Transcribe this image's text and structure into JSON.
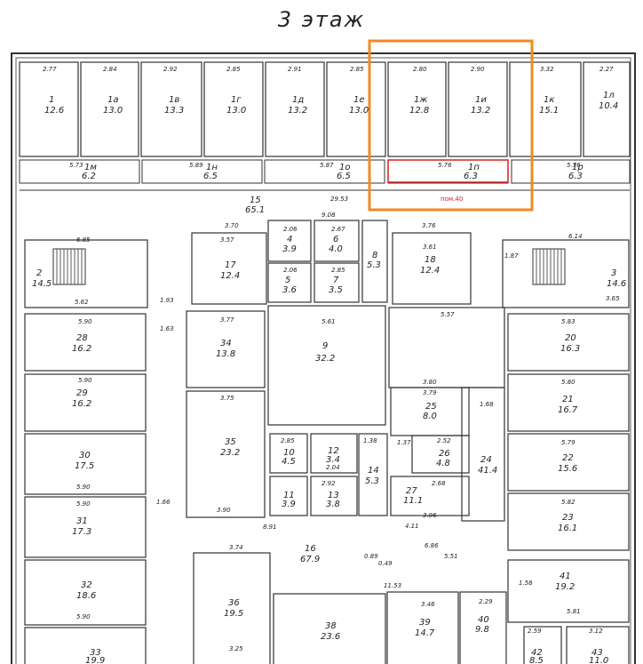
{
  "floor_title": "3 этаж",
  "selection": {
    "label": "пом.40",
    "highlight_color": "#f08a24",
    "marker_color": "#d62020"
  },
  "rooms": [
    {
      "id": "1",
      "num": "1",
      "area": "12.6"
    },
    {
      "id": "1a",
      "num": "1а",
      "area": "13.0"
    },
    {
      "id": "1b",
      "num": "1в",
      "area": "13.3"
    },
    {
      "id": "1g",
      "num": "1г",
      "area": "13.0"
    },
    {
      "id": "1d",
      "num": "1д",
      "area": "13.2"
    },
    {
      "id": "1e",
      "num": "1е",
      "area": "13.0"
    },
    {
      "id": "1zh",
      "num": "1ж",
      "area": "12.8"
    },
    {
      "id": "1i",
      "num": "1и",
      "area": "13.2"
    },
    {
      "id": "1k",
      "num": "1к",
      "area": "15.1"
    },
    {
      "id": "1l",
      "num": "1л",
      "area": "10.4"
    },
    {
      "id": "1m",
      "num": "1м",
      "area": "6.2"
    },
    {
      "id": "1n",
      "num": "1н",
      "area": "6.5"
    },
    {
      "id": "1o",
      "num": "1о",
      "area": "6.5"
    },
    {
      "id": "1p",
      "num": "1п",
      "area": "6.3"
    },
    {
      "id": "1r",
      "num": "1р",
      "area": "6.3"
    },
    {
      "id": "2",
      "num": "2",
      "area": "14.5"
    },
    {
      "id": "3",
      "num": "3",
      "area": "14.6"
    },
    {
      "id": "4",
      "num": "4",
      "area": "3.9"
    },
    {
      "id": "5",
      "num": "5",
      "area": "3.6"
    },
    {
      "id": "6",
      "num": "6",
      "area": "4.0"
    },
    {
      "id": "7",
      "num": "7",
      "area": "3.5"
    },
    {
      "id": "8",
      "num": "8",
      "area": "5.3"
    },
    {
      "id": "9",
      "num": "9",
      "area": "32.2"
    },
    {
      "id": "10",
      "num": "10",
      "area": "4.5"
    },
    {
      "id": "11",
      "num": "11",
      "area": "3.9"
    },
    {
      "id": "12",
      "num": "12",
      "area": "3.4"
    },
    {
      "id": "13",
      "num": "13",
      "area": "3.8"
    },
    {
      "id": "14",
      "num": "14",
      "area": "5.3"
    },
    {
      "id": "15",
      "num": "15",
      "area": "65.1"
    },
    {
      "id": "16",
      "num": "16",
      "area": "67.9"
    },
    {
      "id": "17",
      "num": "17",
      "area": "12.4"
    },
    {
      "id": "18",
      "num": "18",
      "area": "12.4"
    },
    {
      "id": "20",
      "num": "20",
      "area": "16.3"
    },
    {
      "id": "21",
      "num": "21",
      "area": "16.7"
    },
    {
      "id": "22",
      "num": "22",
      "area": "15.6"
    },
    {
      "id": "23",
      "num": "23",
      "area": "16.1"
    },
    {
      "id": "24",
      "num": "24",
      "area": "41.4"
    },
    {
      "id": "25",
      "num": "25",
      "area": "8.0"
    },
    {
      "id": "26",
      "num": "26",
      "area": "4.8"
    },
    {
      "id": "27",
      "num": "27",
      "area": "11.1"
    },
    {
      "id": "28",
      "num": "28",
      "area": "16.2"
    },
    {
      "id": "29",
      "num": "29",
      "area": "16.2"
    },
    {
      "id": "30",
      "num": "30",
      "area": "17.5"
    },
    {
      "id": "31",
      "num": "31",
      "area": "17.3"
    },
    {
      "id": "32",
      "num": "32",
      "area": "18.6"
    },
    {
      "id": "33",
      "num": "33",
      "area": "19.9"
    },
    {
      "id": "34",
      "num": "34",
      "area": "13.8"
    },
    {
      "id": "35",
      "num": "35",
      "area": "23.2"
    },
    {
      "id": "36",
      "num": "36",
      "area": "19.5"
    },
    {
      "id": "38",
      "num": "38",
      "area": "23.6"
    },
    {
      "id": "39",
      "num": "39",
      "area": "14.7"
    },
    {
      "id": "40",
      "num": "40",
      "area": "9.8"
    },
    {
      "id": "41",
      "num": "41",
      "area": "19.2"
    },
    {
      "id": "42",
      "num": "42",
      "area": "8.5"
    },
    {
      "id": "43",
      "num": "43",
      "area": "11.0"
    }
  ],
  "dimensions": {
    "d277": "2.77",
    "d284": "2.84",
    "d292": "2.92",
    "d285a": "2.85",
    "d291": "2.91",
    "d285b": "2.85",
    "d280": "2.80",
    "d290": "2.90",
    "d332": "3.32",
    "d227": "2.27",
    "d573": "5.73",
    "d589": "5.89",
    "d587": "5.87",
    "d576a": "5.76",
    "d576b": "5.76",
    "d2953": "29.53",
    "d908": "9.08",
    "d370": "3.70",
    "d357": "3.57",
    "d376": "3.76",
    "d361": "3.61",
    "d685": "6.85",
    "d614": "6.14",
    "d562": "5.62",
    "d365": "3.65",
    "d193": "1.93",
    "d163": "1.63",
    "d561": "5.61",
    "d557": "5.57",
    "d377": "3.77",
    "d375": "3.75",
    "d583": "5.83",
    "d580": "5.80",
    "d579": "5.79",
    "d582": "5.82",
    "d590a": "5.90",
    "d590b": "5.90",
    "d590c": "5.90",
    "d590d": "5.90",
    "d590e": "5.90",
    "d380": "3.80",
    "d379": "3.79",
    "d252": "2.52",
    "d268": "2.68",
    "d396": "3.96",
    "d411": "4.11",
    "d686": "6.86",
    "d551": "5.51",
    "d1153": "11.53",
    "d346": "3.46",
    "d229": "2.29",
    "d374": "3.74",
    "d891": "8.91",
    "d390": "3.90",
    "d325": "3.25",
    "d599": "2.59",
    "d312": "3.12",
    "d581": "5.81",
    "d206": "2.06",
    "d267": "2.67",
    "d286": "2.06",
    "d285c": "2.85",
    "d204": "2.04",
    "d285d": "2.85",
    "d292b": "2.92",
    "d138": "1.38",
    "d137": "1.37",
    "d089": "0.89",
    "d049": "0.49",
    "d166": "1.66",
    "d187": "1.87",
    "d168": "1.68",
    "d158": "1.58"
  }
}
